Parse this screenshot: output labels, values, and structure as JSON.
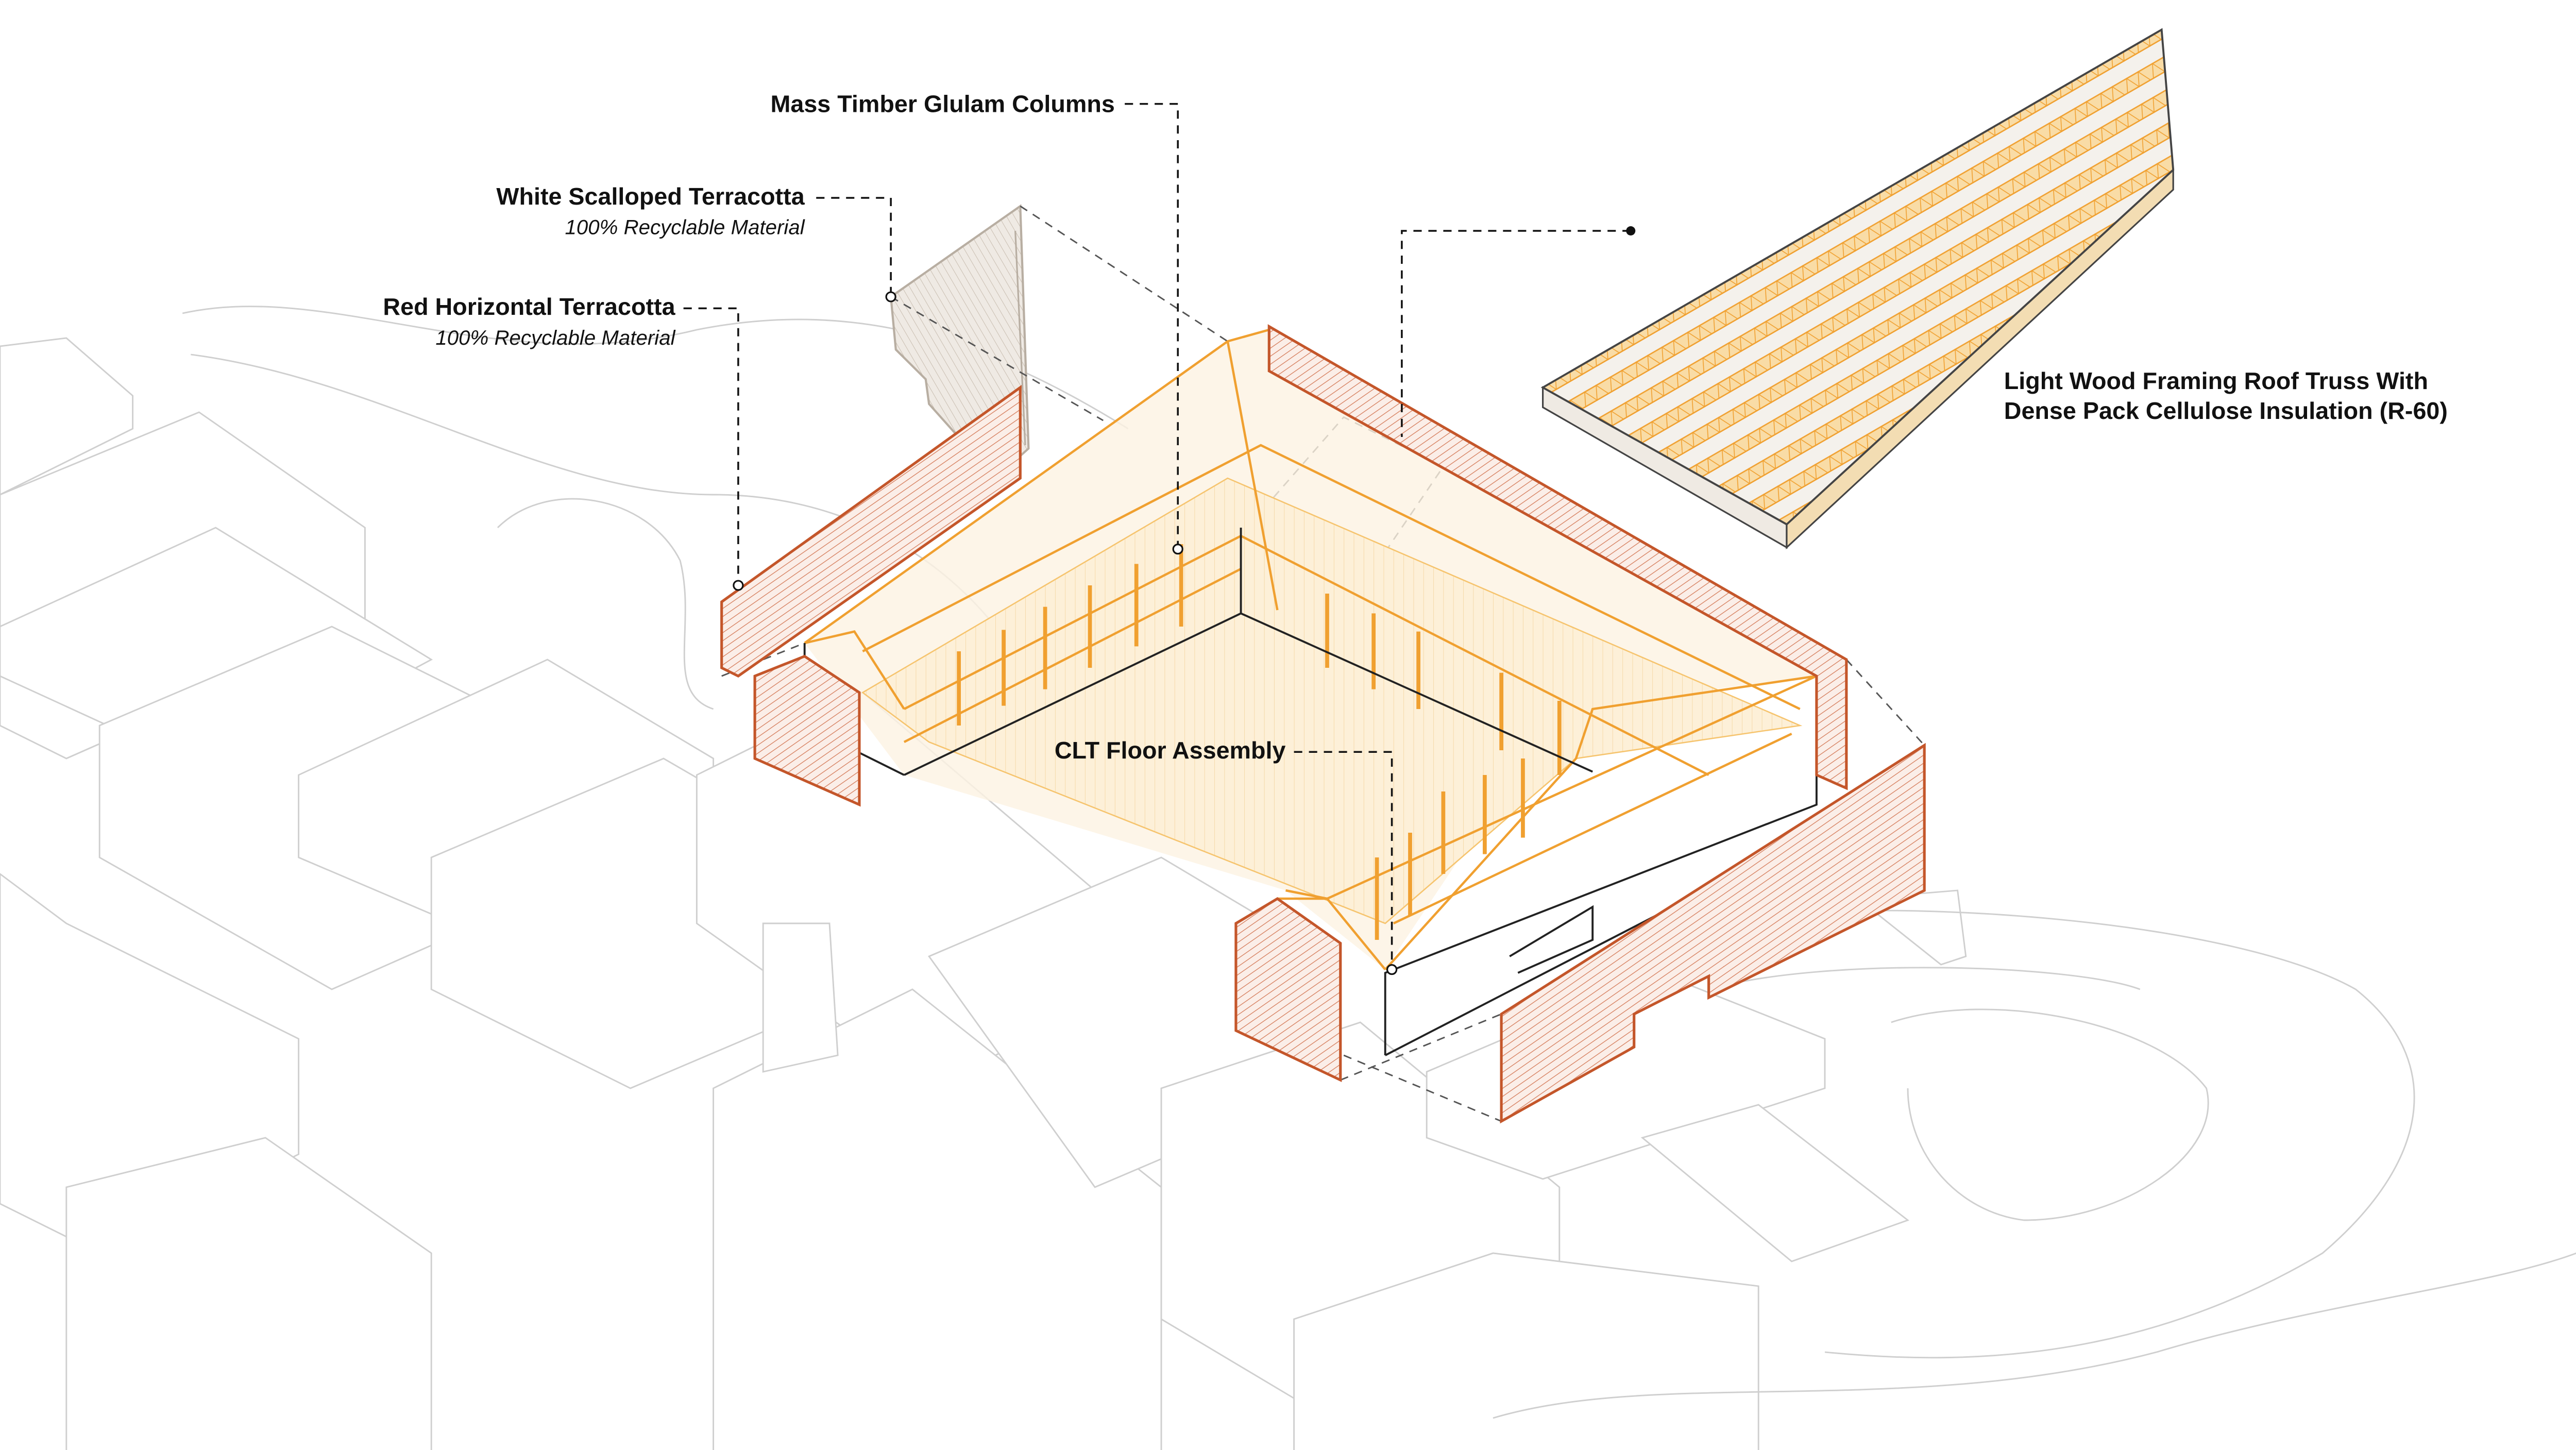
{
  "title": "Exploded axonometric material diagram",
  "labels": {
    "glulam": {
      "title": "Mass Timber Glulam Columns"
    },
    "white_terracotta": {
      "title": "White Scalloped Terracotta",
      "subtitle": "100% Recyclable Material"
    },
    "red_terracotta": {
      "title": "Red Horizontal Terracotta",
      "subtitle": "100% Recyclable Material"
    },
    "clt": {
      "title": "CLT Floor Assembly"
    },
    "roof": {
      "line1": "Light Wood Framing Roof Truss With",
      "line2": "Dense Pack Cellulose Insulation (R-60)"
    }
  },
  "colors": {
    "timber": "#f0a030",
    "timber_fill": "#fbe3b8",
    "terracotta_red": "#c4562a",
    "terracotta_white": "#e6dfd6",
    "context": "#cfcfcf",
    "leader": "#111111"
  }
}
